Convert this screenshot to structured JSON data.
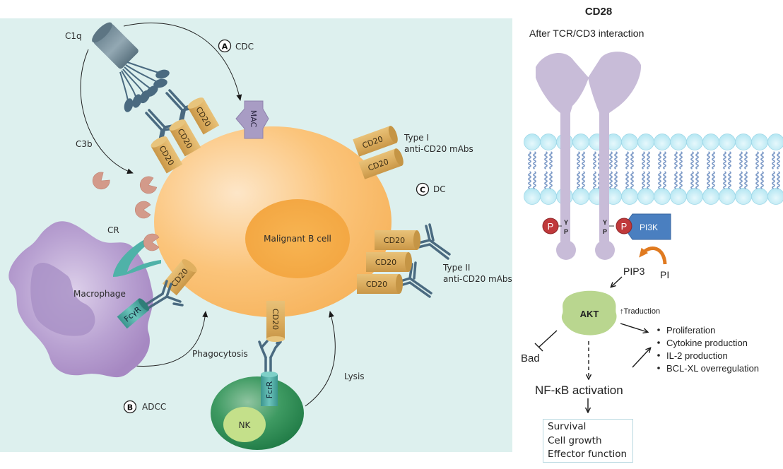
{
  "left_figure": {
    "labels": {
      "c1q": "C1q",
      "c3b": "C3b",
      "cr": "CR",
      "mac": "MAC",
      "macrophage": "Macrophage",
      "fcgr": "FcγR",
      "fcr": "FcrR",
      "nk": "NK",
      "malignant_b_cell": "Malignant B cell",
      "phagocytosis": "Phagocytosis",
      "lysis": "Lysis",
      "type1_line1": "Type I",
      "type1_line2": "anti-CD20 mAbs",
      "type2_line1": "Type II",
      "type2_line2": "anti-CD20 mAbs",
      "cd20": "CD20"
    },
    "mechanisms": [
      {
        "letter": "A",
        "label": "CDC"
      },
      {
        "letter": "B",
        "label": "ADCC"
      },
      {
        "letter": "C",
        "label": "DC"
      }
    ]
  },
  "right_figure": {
    "title": "CD28",
    "subtitle": "After TCR/CD3 interaction",
    "phospho_p": "P",
    "tyr_y": "Y",
    "tyr_p": "P",
    "pi3k": "PI3K",
    "pip3": "PIP3",
    "pi": "PI",
    "akt": "AKT",
    "traduction": "↑Traduction",
    "bad": "Bad",
    "effects": [
      "Proliferation",
      "Cytokine production",
      "IL-2 production",
      "BCL-XL overregulation"
    ],
    "nfkb": "NF-κB activation",
    "outcomes": [
      "Survival",
      "Cell growth",
      "Effector function"
    ]
  },
  "colors": {
    "panel_bg": "#ddf0ee",
    "b_cell": "#f8b860",
    "nucleus": "#f5a845",
    "cd20": "#d9a550",
    "antibody": "#4a6a80",
    "c3b": "#d39a8a",
    "macrophage": "#ab92c6",
    "receptor_teal": "#3fa8a0",
    "nk_cell": "#2f8a55",
    "nk_nucleus": "#c4e08a",
    "mac": "#a89cc4",
    "cd28": "#c8bcd8",
    "membrane_head": "#c4ecf6",
    "phospho": "#c0393b",
    "pi3k": "#4a7fc0",
    "akt": "#b9d68f",
    "orange_arrow": "#e07a20"
  }
}
